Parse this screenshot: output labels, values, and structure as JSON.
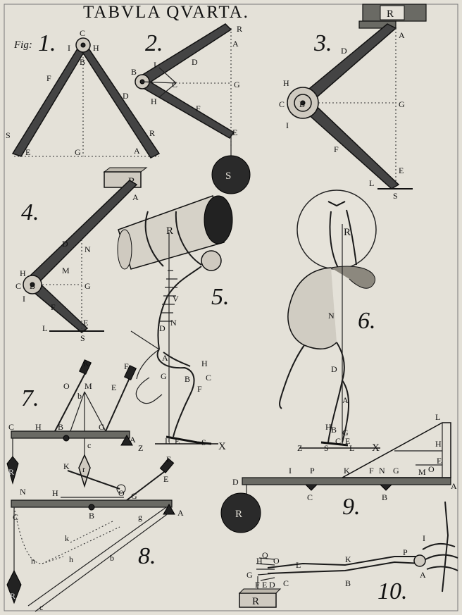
{
  "title": "TABVLA QVARTA.",
  "fig_prefix": "Fig:",
  "header_box_label": "R",
  "figure_numbers": [
    "1.",
    "2.",
    "3.",
    "4.",
    "5.",
    "6.",
    "7.",
    "8.",
    "9.",
    "10."
  ],
  "fig1": {
    "labels": [
      "C",
      "I",
      "H",
      "B",
      "F",
      "D",
      "R",
      "S",
      "E",
      "G",
      "A"
    ]
  },
  "fig2": {
    "labels": [
      "R",
      "A",
      "B",
      "I",
      "D",
      "C",
      "G",
      "H",
      "F",
      "E",
      "S"
    ]
  },
  "fig3": {
    "labels": [
      "R",
      "A",
      "D",
      "H",
      "C",
      "B",
      "G",
      "I",
      "F",
      "E",
      "L",
      "S"
    ]
  },
  "fig4": {
    "labels": [
      "R",
      "A",
      "D",
      "N",
      "M",
      "H",
      "C",
      "B",
      "G",
      "I",
      "F",
      "E",
      "L",
      "S"
    ]
  },
  "fig5": {
    "labels": [
      "R",
      "V",
      "N",
      "D",
      "A",
      "H",
      "G",
      "B",
      "C",
      "F",
      "L",
      "E",
      "S",
      "X"
    ]
  },
  "fig6": {
    "labels": [
      "R",
      "N",
      "D",
      "A",
      "H",
      "B",
      "G",
      "C",
      "E",
      "Z",
      "S",
      "L",
      "X"
    ]
  },
  "fig7": {
    "labels": [
      "K",
      "O",
      "M",
      "b",
      "E",
      "F",
      "C",
      "H",
      "B",
      "G",
      "A",
      "c",
      "r",
      "Z",
      "R"
    ]
  },
  "fig8": {
    "labels": [
      "F",
      "K",
      "E",
      "O",
      "G",
      "N",
      "H",
      "B",
      "A",
      "C",
      "g",
      "k",
      "n",
      "h",
      "b",
      "R",
      "c"
    ]
  },
  "fig9": {
    "labels": [
      "L",
      "H",
      "E",
      "O",
      "M",
      "I",
      "P",
      "K",
      "F",
      "N",
      "G",
      "D",
      "C",
      "B",
      "A",
      "R"
    ]
  },
  "fig10": {
    "labels": [
      "I",
      "P",
      "K",
      "Q",
      "H",
      "O",
      "L",
      "G",
      "F",
      "E",
      "D",
      "C",
      "B",
      "A",
      "R"
    ]
  }
}
